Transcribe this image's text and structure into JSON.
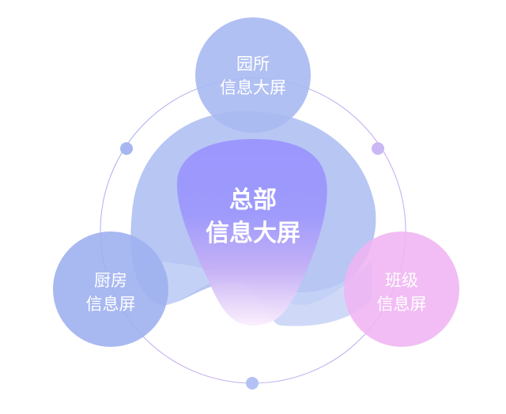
{
  "center": {
    "line1": "总部",
    "line2": "信息大屏"
  },
  "nodes": [
    {
      "id": "top",
      "line1": "园所",
      "line2": "信息大屏",
      "color": "#a9b9f2"
    },
    {
      "id": "left",
      "line1": "厨房",
      "line2": "信息屏",
      "color": "#9fb0f0"
    },
    {
      "id": "right",
      "line1": "班级",
      "line2": "信息屏",
      "color": "#efb4f2"
    }
  ],
  "colors": {
    "ring": "#a8b4ee",
    "blob": "#a5b8f0",
    "core_top": "#9a94fe",
    "core_bottom": "#f3e6fb"
  }
}
